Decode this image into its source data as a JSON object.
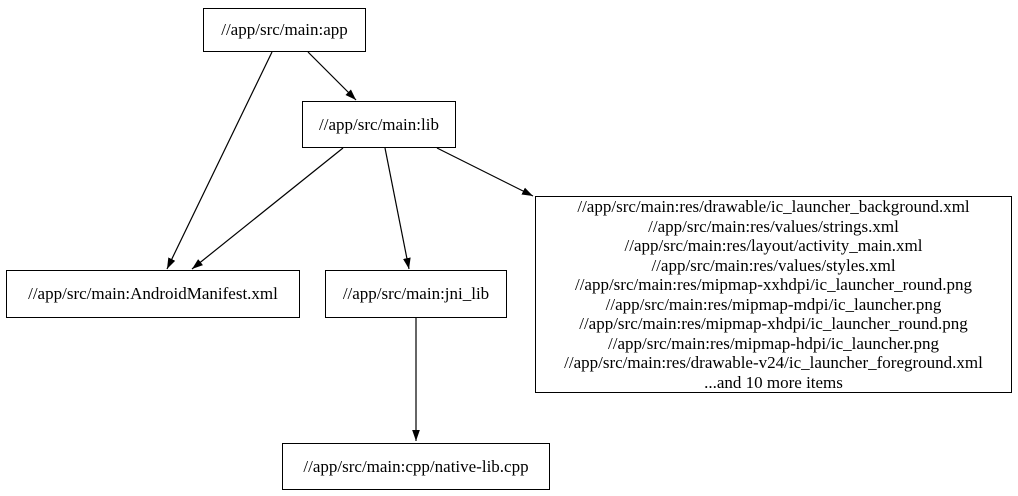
{
  "graph": {
    "nodes": {
      "app": {
        "label": "//app/src/main:app"
      },
      "lib": {
        "label": "//app/src/main:lib"
      },
      "android_manifest": {
        "label": "//app/src/main:AndroidManifest.xml"
      },
      "jni_lib": {
        "label": "//app/src/main:jni_lib"
      },
      "res_group": {
        "lines": [
          "//app/src/main:res/drawable/ic_launcher_background.xml",
          "//app/src/main:res/values/strings.xml",
          "//app/src/main:res/layout/activity_main.xml",
          "//app/src/main:res/values/styles.xml",
          "//app/src/main:res/mipmap-xxhdpi/ic_launcher_round.png",
          "//app/src/main:res/mipmap-mdpi/ic_launcher.png",
          "//app/src/main:res/mipmap-xhdpi/ic_launcher_round.png",
          "//app/src/main:res/mipmap-hdpi/ic_launcher.png",
          "//app/src/main:res/drawable-v24/ic_launcher_foreground.xml",
          "...and 10 more items"
        ]
      },
      "native_lib_cpp": {
        "label": "//app/src/main:cpp/native-lib.cpp"
      }
    },
    "edges": [
      {
        "from": "app",
        "to": "lib"
      },
      {
        "from": "app",
        "to": "android_manifest"
      },
      {
        "from": "lib",
        "to": "android_manifest"
      },
      {
        "from": "lib",
        "to": "jni_lib"
      },
      {
        "from": "lib",
        "to": "res_group"
      },
      {
        "from": "jni_lib",
        "to": "native_lib_cpp"
      }
    ],
    "colors": {
      "background": "#ffffff",
      "node_fill": "#ffffff",
      "node_border": "#000000",
      "edge": "#000000",
      "text": "#000000"
    }
  }
}
